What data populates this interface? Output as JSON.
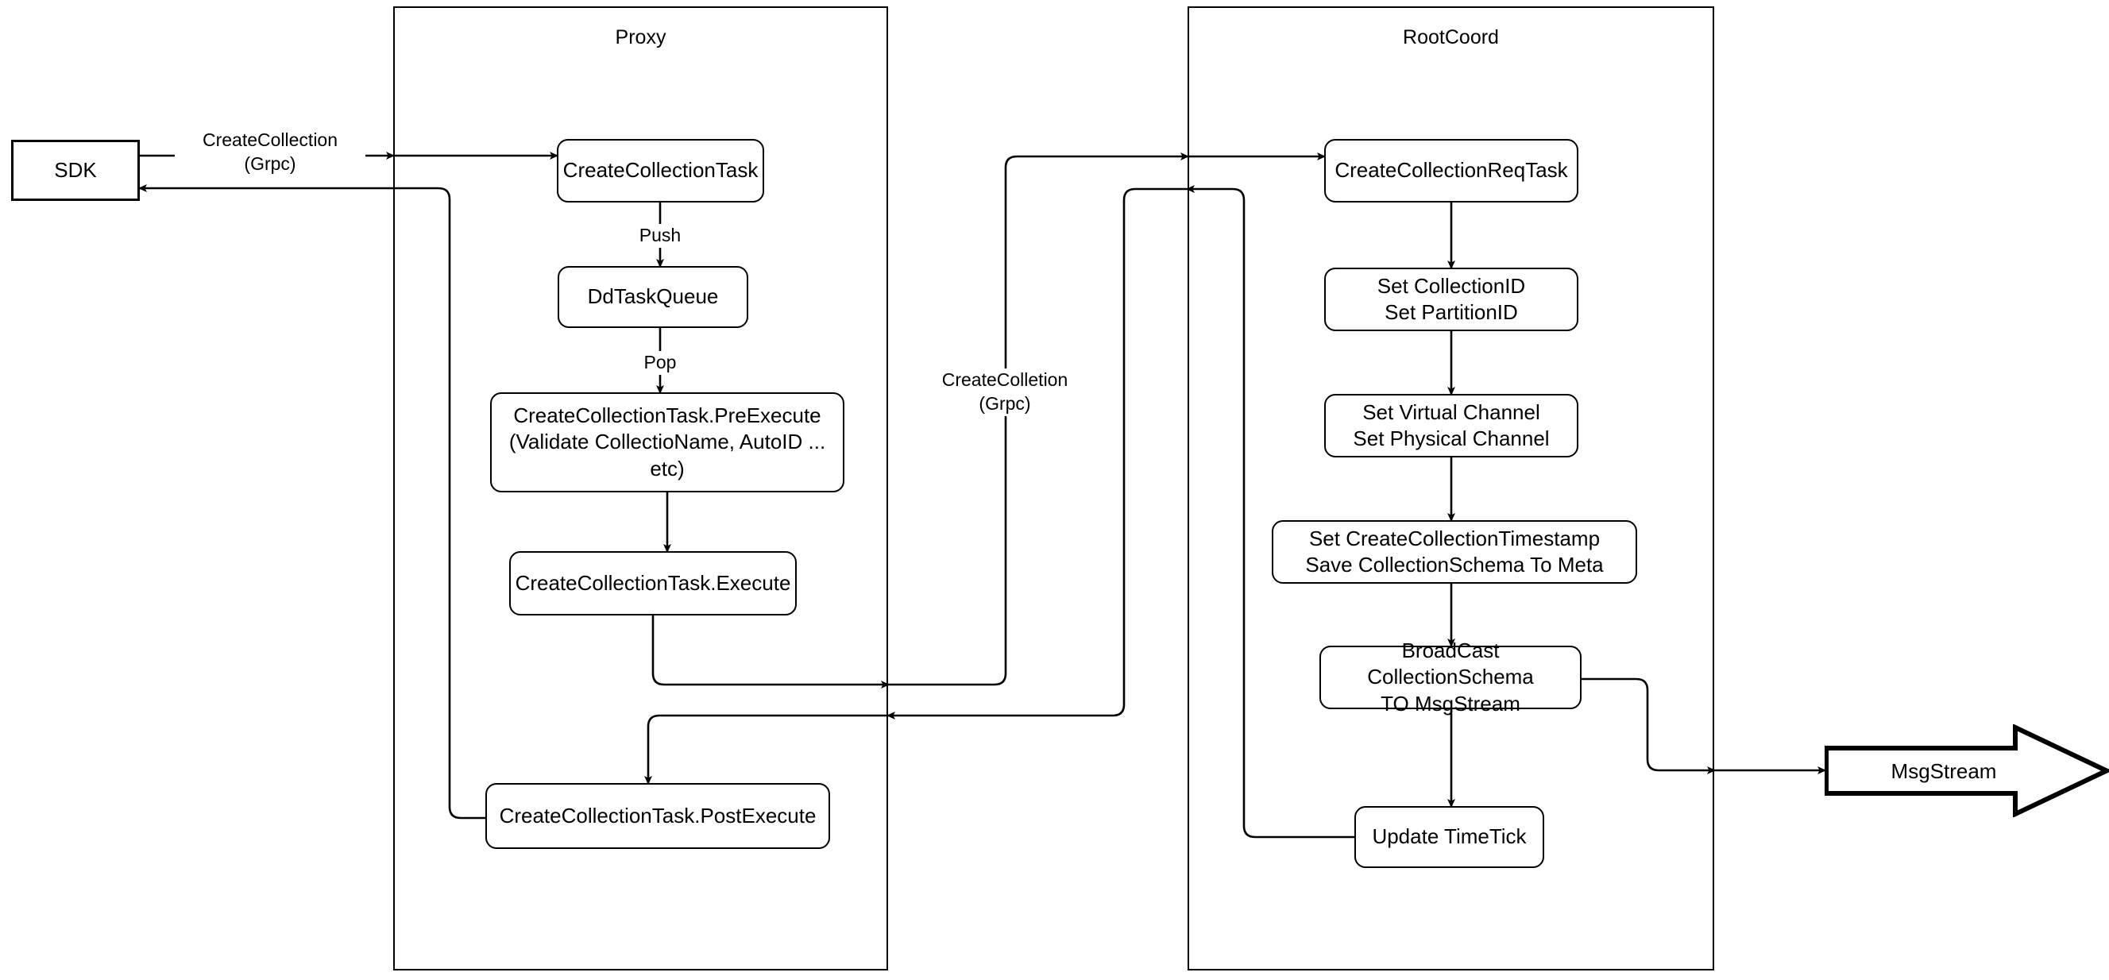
{
  "diagram": {
    "title": "Milvus CreateCollection Flow",
    "background": "#ffffff",
    "stroke": "#000000",
    "containers": [
      {
        "id": "proxy",
        "label": "Proxy"
      },
      {
        "id": "rootcoord",
        "label": "RootCoord"
      }
    ],
    "external_nodes": [
      {
        "id": "sdk",
        "label": "SDK"
      },
      {
        "id": "msgstream",
        "label": "MsgStream"
      }
    ],
    "proxy_nodes": [
      {
        "id": "create-collection-task",
        "lines": [
          "CreateCollectionTask"
        ]
      },
      {
        "id": "dd-task-queue",
        "lines": [
          "DdTaskQueue"
        ]
      },
      {
        "id": "pre-execute",
        "lines": [
          "CreateCollectionTask.PreExecute",
          "(Validate CollectioName, AutoID ... etc)"
        ]
      },
      {
        "id": "execute",
        "lines": [
          "CreateCollectionTask.Execute"
        ]
      },
      {
        "id": "post-execute",
        "lines": [
          "CreateCollectionTask.PostExecute"
        ]
      }
    ],
    "rootcoord_nodes": [
      {
        "id": "create-collection-req-task",
        "lines": [
          "CreateCollectionReqTask"
        ]
      },
      {
        "id": "set-ids",
        "lines": [
          "Set CollectionID",
          "Set PartitionID"
        ]
      },
      {
        "id": "set-channels",
        "lines": [
          "Set Virtual Channel",
          "Set Physical Channel"
        ]
      },
      {
        "id": "set-timestamp",
        "lines": [
          "Set CreateCollectionTimestamp",
          "Save CollectionSchema To Meta"
        ]
      },
      {
        "id": "broadcast",
        "lines": [
          "BroadCast CollectionSchema",
          "TO MsgStream"
        ]
      },
      {
        "id": "update-timetick",
        "lines": [
          "Update TimeTick"
        ]
      }
    ],
    "edge_labels": [
      {
        "id": "sdk-to-proxy",
        "lines": [
          "CreateCollection",
          "(Grpc)"
        ]
      },
      {
        "id": "push",
        "lines": [
          "Push"
        ]
      },
      {
        "id": "pop",
        "lines": [
          "Pop"
        ]
      },
      {
        "id": "proxy-to-rootcoord",
        "lines": [
          "CreateColletion",
          "(Grpc)"
        ]
      }
    ]
  }
}
